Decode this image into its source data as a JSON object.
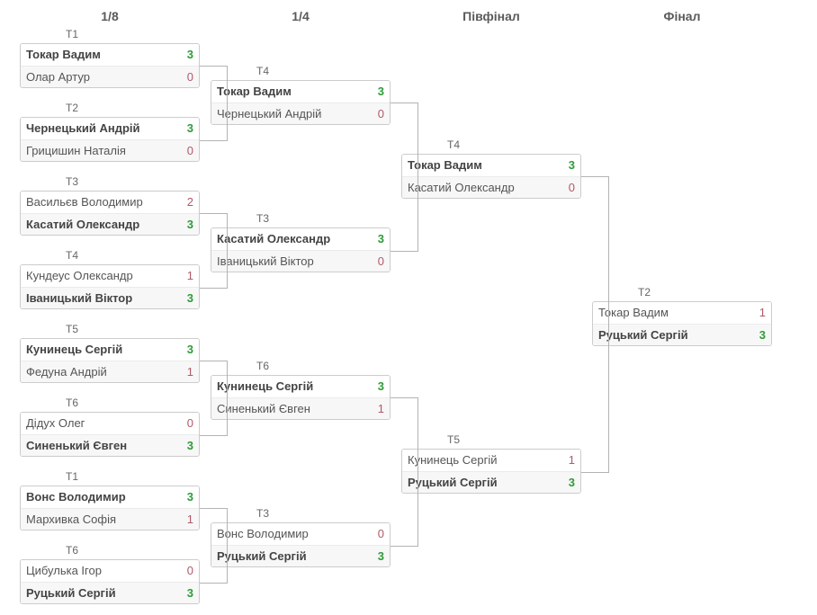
{
  "rounds": [
    "1/8",
    "1/4",
    "Півфінал",
    "Фінал"
  ],
  "matches": {
    "r1": [
      {
        "table": "T1",
        "p1": {
          "name": "Токар Вадим",
          "score": "3"
        },
        "p2": {
          "name": "Олар Артур",
          "score": "0"
        }
      },
      {
        "table": "T2",
        "p1": {
          "name": "Чернецький Андрій",
          "score": "3"
        },
        "p2": {
          "name": "Грицишин Наталія",
          "score": "0"
        }
      },
      {
        "table": "T3",
        "p1": {
          "name": "Васильєв Володимир",
          "score": "2"
        },
        "p2": {
          "name": "Касатий Олександр",
          "score": "3"
        }
      },
      {
        "table": "T4",
        "p1": {
          "name": "Кундеус Олександр",
          "score": "1"
        },
        "p2": {
          "name": "Іваницький Віктор",
          "score": "3"
        }
      },
      {
        "table": "T5",
        "p1": {
          "name": "Кунинець Сергій",
          "score": "3"
        },
        "p2": {
          "name": "Федуна Андрій",
          "score": "1"
        }
      },
      {
        "table": "T6",
        "p1": {
          "name": "Дідух Олег",
          "score": "0"
        },
        "p2": {
          "name": "Синенький Євген",
          "score": "3"
        }
      },
      {
        "table": "T1",
        "p1": {
          "name": "Вонс Володимир",
          "score": "3"
        },
        "p2": {
          "name": "Мархивка Софія",
          "score": "1"
        }
      },
      {
        "table": "T6",
        "p1": {
          "name": "Цибулька Ігор",
          "score": "0"
        },
        "p2": {
          "name": "Руцький Сергій",
          "score": "3"
        }
      }
    ],
    "r2": [
      {
        "table": "T4",
        "p1": {
          "name": "Токар Вадим",
          "score": "3"
        },
        "p2": {
          "name": "Чернецький Андрій",
          "score": "0"
        }
      },
      {
        "table": "T3",
        "p1": {
          "name": "Касатий Олександр",
          "score": "3"
        },
        "p2": {
          "name": "Іваницький Віктор",
          "score": "0"
        }
      },
      {
        "table": "T6",
        "p1": {
          "name": "Кунинець Сергій",
          "score": "3"
        },
        "p2": {
          "name": "Синенький Євген",
          "score": "1"
        }
      },
      {
        "table": "T3",
        "p1": {
          "name": "Вонс Володимир",
          "score": "0"
        },
        "p2": {
          "name": "Руцький Сергій",
          "score": "3"
        }
      }
    ],
    "r3": [
      {
        "table": "T4",
        "p1": {
          "name": "Токар Вадим",
          "score": "3"
        },
        "p2": {
          "name": "Касатий Олександр",
          "score": "0"
        }
      },
      {
        "table": "T5",
        "p1": {
          "name": "Кунинець Сергій",
          "score": "1"
        },
        "p2": {
          "name": "Руцький Сергій",
          "score": "3"
        }
      }
    ],
    "r4": [
      {
        "table": "T2",
        "p1": {
          "name": "Токар Вадим",
          "score": "1"
        },
        "p2": {
          "name": "Руцький Сергій",
          "score": "3"
        }
      }
    ]
  }
}
